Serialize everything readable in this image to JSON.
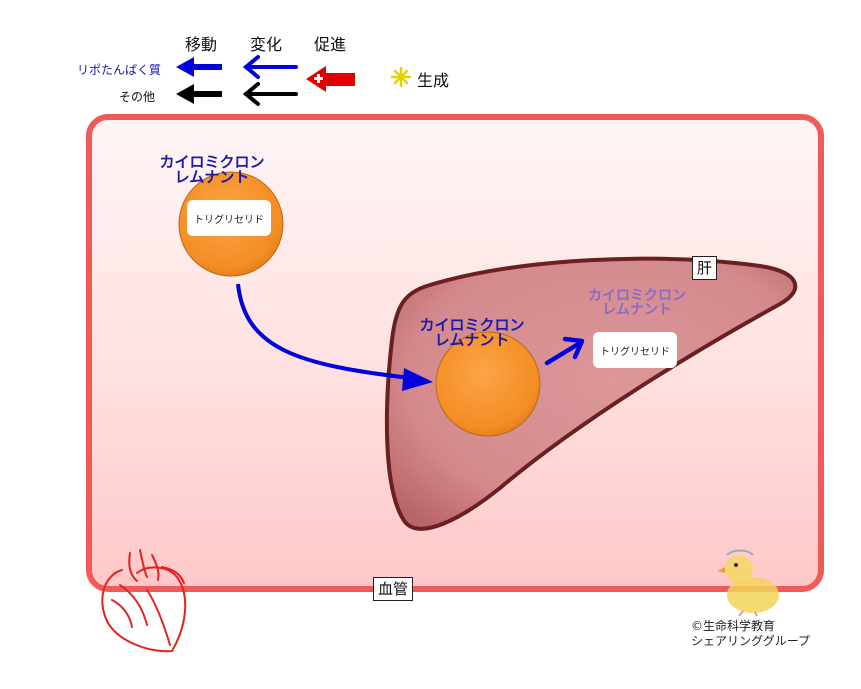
{
  "legend": {
    "headers": {
      "move": "移動",
      "change": "変化",
      "promote": "促進"
    },
    "row_lipoprotein": "リポたんぱく質",
    "row_other": "その他",
    "generate": "生成"
  },
  "labels": {
    "liver": "肝",
    "blood_vessel": "血管"
  },
  "particles": {
    "remnant_top": {
      "name_line1": "カイロミクロン",
      "name_line2": "レムナント",
      "content": "トリグリセリド"
    },
    "remnant_liver": {
      "name_line1": "カイロミクロン",
      "name_line2": "レムナント"
    },
    "remnant_faded": {
      "name_line1": "カイロミクロン",
      "name_line2": "レムナント",
      "content": "トリグリセリド"
    }
  },
  "copyright": {
    "line1": "©生命科学教育",
    "line2": "シェアリンググループ"
  },
  "colors": {
    "lipoprotein_arrow": "#0000e0",
    "other_arrow": "#000000",
    "promote_arrow": "#e00000",
    "vessel_border": "#f25a5a",
    "liver_fill": "#d6898c",
    "liver_border": "#6b1f1f",
    "particle_fill": "#f7922a"
  }
}
